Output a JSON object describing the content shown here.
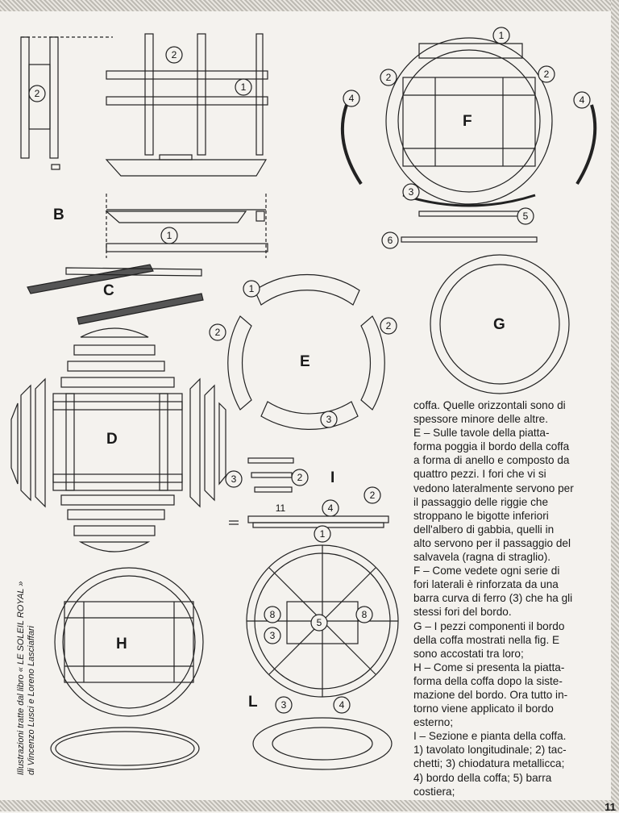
{
  "figures": {
    "B": "B",
    "C": "C",
    "D": "D",
    "E": "E",
    "F": "F",
    "G": "G",
    "H": "H",
    "I": "I",
    "L": "L"
  },
  "callouts": {
    "n1": "1",
    "n2": "2",
    "n3": "3",
    "n4": "4",
    "n5": "5",
    "n6": "6",
    "n8": "8",
    "n11": "11"
  },
  "text": {
    "lines": [
      "coffa. Quelle orizzontali sono di",
      "spessore minore delle altre.",
      "E – Sulle tavole della piatta-",
      "forma poggia il bordo della coffa",
      "a forma di anello e composto da",
      "quattro pezzi. I fori che vi si",
      "vedono lateralmente servono per",
      "il passaggio delle riggie che",
      "stroppano le bigotte inferiori",
      "dell'albero di gabbia, quelli in",
      "alto servono per il passaggio del",
      "salvavela (ragna di straglio).",
      "F – Come vedete ogni serie di",
      "fori laterali è rinforzata da una",
      "barra curva di ferro (3) che ha gli",
      "stessi fori del bordo.",
      "G – I pezzi componenti il bordo",
      "della coffa mostrati nella fig. E",
      "sono accostati tra loro;",
      "H – Come si presenta la piatta-",
      "forma della coffa dopo la siste-",
      "mazione del bordo. Ora tutto in-",
      "torno viene applicato il bordo",
      "esterno;",
      "I – Sezione e pianta della coffa.",
      "1) tavolato longitudinale; 2) tac-",
      "chetti; 3) chiodatura metallicca;",
      "4) bordo della coffa; 5) barra",
      "costiera;"
    ]
  },
  "credit": {
    "line1": "Illustrazioni tratte dal libro « LE SOLEIL ROYAL »",
    "line2": "di Vincenzo Lusci e Loreno Lasciaffari"
  },
  "page_number": "11"
}
